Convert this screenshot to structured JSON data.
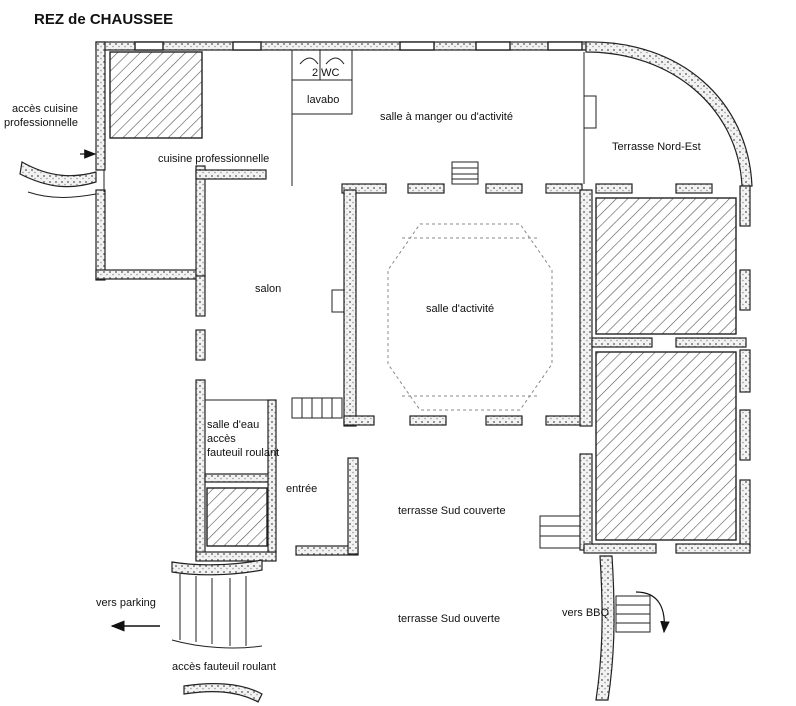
{
  "title": "REZ de CHAUSSEE",
  "rooms": {
    "acces_cuisine": [
      "accès cuisine",
      "professionnelle"
    ],
    "cuisine": "cuisine professionnelle",
    "wc": "2 WC",
    "lavabo": "lavabo",
    "salle_manger": "salle à manger ou d'activité",
    "terrasse_ne": "Terrasse Nord-Est",
    "salon": "salon",
    "salle_activite": "salle d'activité",
    "salle_eau": [
      "salle d'eau",
      "accès",
      "fauteuil roulant"
    ],
    "entree": "entrée",
    "terrasse_sud_couverte": "terrasse Sud couverte",
    "terrasse_sud_ouverte": "terrasse Sud ouverte",
    "vers_parking": "vers parking",
    "vers_bbq": "vers BBQ",
    "acces_fauteuil": "accès fauteuil roulant"
  }
}
